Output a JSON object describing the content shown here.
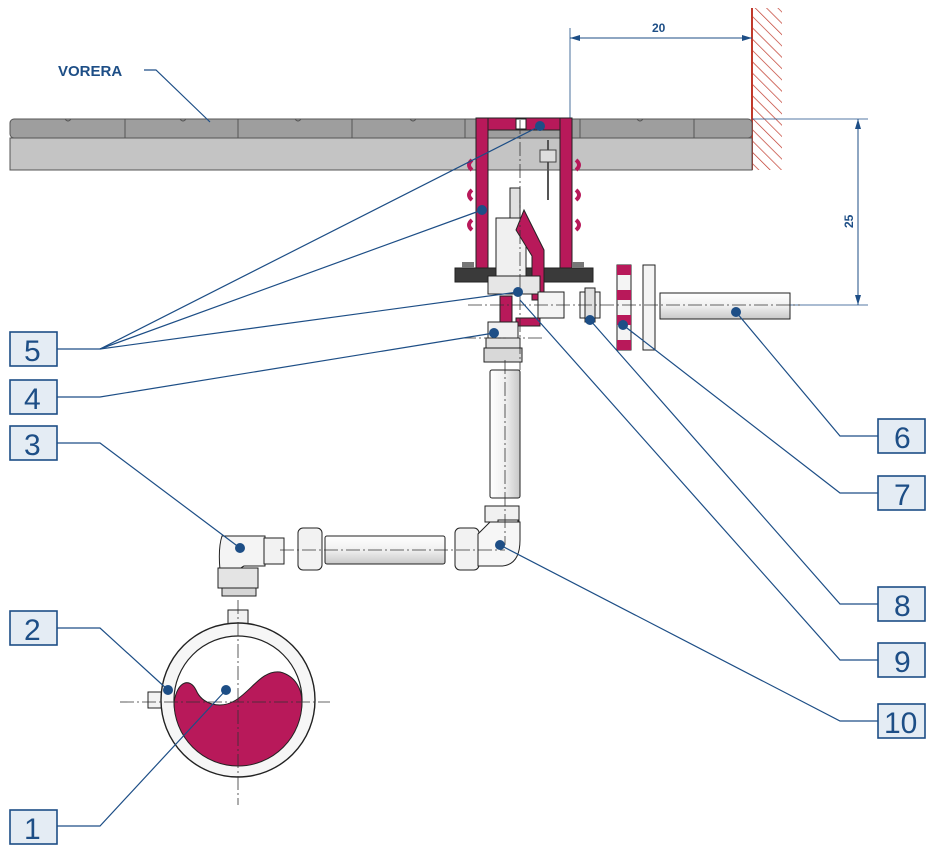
{
  "labels": {
    "street": "VORERA",
    "dim_horizontal": "20",
    "dim_vertical": "25"
  },
  "callouts": [
    "1",
    "2",
    "3",
    "4",
    "5",
    "6",
    "7",
    "8",
    "9",
    "10"
  ],
  "colors": {
    "accent": "#1d4e86",
    "part_highlight": "#b8195a",
    "pavement_top": "#9e9e9e",
    "pavement_base": "#c4c4c4",
    "pipe": "#f2f2f2"
  }
}
